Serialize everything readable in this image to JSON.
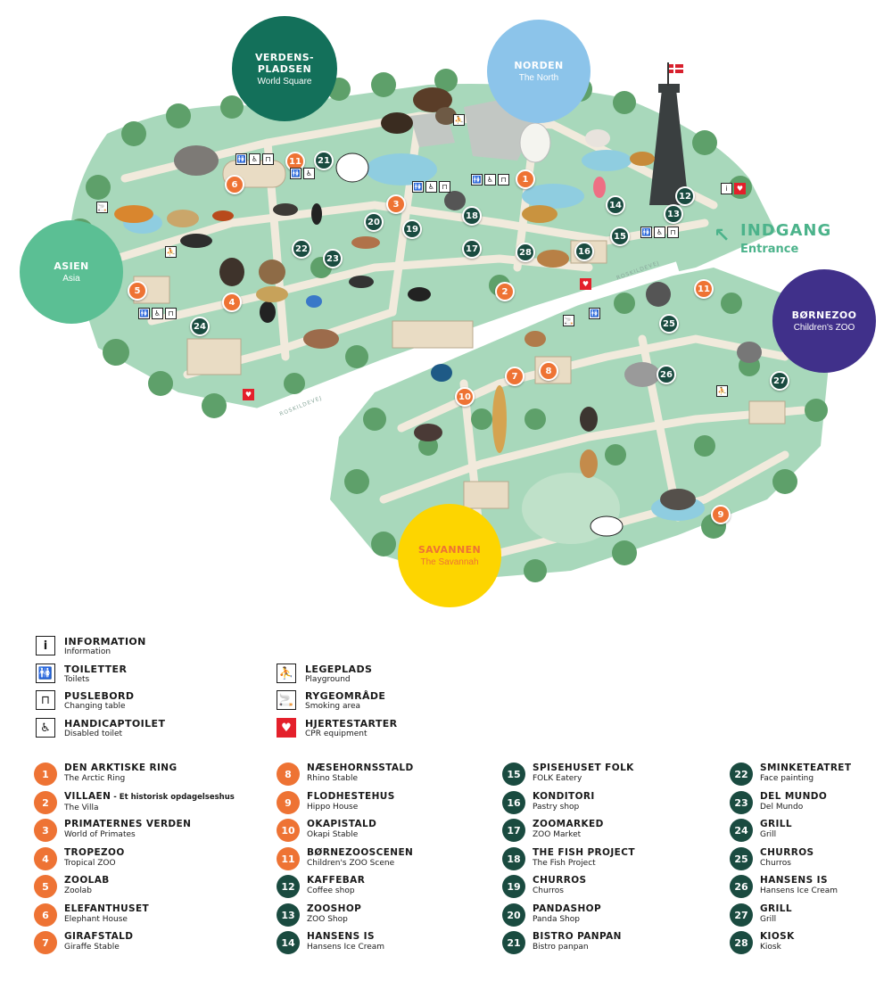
{
  "colors": {
    "orange": "#ee7334",
    "dark_green": "#1a4b40",
    "asia": "#5bbf94",
    "verdenspladsen": "#13705a",
    "norden": "#8cc4ea",
    "bornezoo": "#40308a",
    "savannen": "#fdd500",
    "savannen_text": "#ee7334",
    "entrance": "#4cb38b",
    "cpr_red": "#e4202b",
    "park_green": "#a8d8bb",
    "path": "#f1eadc",
    "tree": "#5ea06a"
  },
  "zones": {
    "verdens": {
      "title": "VERDENS-\nPLADSEN",
      "subtitle": "World Square"
    },
    "norden": {
      "title": "NORDEN",
      "subtitle": "The North"
    },
    "asien": {
      "title": "ASIEN",
      "subtitle": "Asia"
    },
    "bornezoo": {
      "title": "BØRNEZOO",
      "subtitle": "Children's ZOO"
    },
    "savannen": {
      "title": "SAVANNEN",
      "subtitle": "The Savannah"
    }
  },
  "entrance": {
    "title": "INDGANG",
    "subtitle": "Entrance",
    "icon": "arrow-up-left-icon"
  },
  "road_labels": {
    "a": "ROSKILDEVEJ",
    "b": "ROSKILDEVEJ"
  },
  "map_symbols": {
    "info": "i",
    "toilet": "🚻",
    "changing": "⊓",
    "disabled": "♿",
    "playground": "⛹",
    "smoking": "🚬",
    "cpr": "♥"
  },
  "legend": {
    "information": {
      "label": "INFORMATION",
      "sub": "Information",
      "icon": "info-icon",
      "glyph": "i"
    },
    "toiletter": {
      "label": "TOILETTER",
      "sub": "Toilets",
      "icon": "toilet-icon",
      "glyph": "🚻"
    },
    "puslebord": {
      "label": "PUSLEBORD",
      "sub": "Changing table",
      "icon": "changing-table-icon",
      "glyph": "⊓"
    },
    "handicaptoilet": {
      "label": "HANDICAPTOILET",
      "sub": "Disabled toilet",
      "icon": "wheelchair-icon",
      "glyph": "♿"
    },
    "legeplads": {
      "label": "LEGEPLADS",
      "sub": "Playground",
      "icon": "playground-icon",
      "glyph": "⛹"
    },
    "rygeomraade": {
      "label": "RYGEOMRÅDE",
      "sub": "Smoking area",
      "icon": "smoking-icon",
      "glyph": "🚬"
    },
    "hjertestarter": {
      "label": "HJERTESTARTER",
      "sub": "CPR equipment",
      "icon": "cpr-heart-icon",
      "glyph": "♥"
    }
  },
  "attractions": [
    {
      "n": "1",
      "name": "DEN ARKTISKE RING",
      "sub": "The Arctic Ring",
      "color": "orange"
    },
    {
      "n": "2",
      "name": "VILLAEN",
      "suffix": " - Et historisk opdagelseshus",
      "sub": "The Villa",
      "color": "orange"
    },
    {
      "n": "3",
      "name": "PRIMATERNES VERDEN",
      "sub": "World of Primates",
      "color": "orange"
    },
    {
      "n": "4",
      "name": "TROPEZOO",
      "sub": "Tropical ZOO",
      "color": "orange"
    },
    {
      "n": "5",
      "name": "ZOOLAB",
      "sub": "Zoolab",
      "color": "orange"
    },
    {
      "n": "6",
      "name": "ELEFANTHUSET",
      "sub": "Elephant House",
      "color": "orange"
    },
    {
      "n": "7",
      "name": "GIRAFSTALD",
      "sub": "Giraffe Stable",
      "color": "orange"
    },
    {
      "n": "8",
      "name": "NÆSEHORNSSTALD",
      "sub": "Rhino Stable",
      "color": "orange"
    },
    {
      "n": "9",
      "name": "FLODHESTEHUS",
      "sub": "Hippo House",
      "color": "orange"
    },
    {
      "n": "10",
      "name": "OKAPISTALD",
      "sub": "Okapi Stable",
      "color": "orange"
    },
    {
      "n": "11",
      "name": "BØRNEZOOSCENEN",
      "sub": "Children's ZOO Scene",
      "color": "orange"
    },
    {
      "n": "12",
      "name": "KAFFEBAR",
      "sub": "Coffee shop",
      "color": "dark"
    },
    {
      "n": "13",
      "name": "ZOOSHOP",
      "sub": "ZOO Shop",
      "color": "dark"
    },
    {
      "n": "14",
      "name": "HANSENS IS",
      "sub": "Hansens Ice Cream",
      "color": "dark"
    },
    {
      "n": "15",
      "name": "SPISEHUSET FOLK",
      "sub": "FOLK Eatery",
      "color": "dark"
    },
    {
      "n": "16",
      "name": "KONDITORI",
      "sub": "Pastry shop",
      "color": "dark"
    },
    {
      "n": "17",
      "name": "ZOOMARKED",
      "sub": "ZOO Market",
      "color": "dark"
    },
    {
      "n": "18",
      "name": "THE FISH PROJECT",
      "sub": "The Fish Project",
      "color": "dark"
    },
    {
      "n": "19",
      "name": "CHURROS",
      "sub": "Churros",
      "color": "dark"
    },
    {
      "n": "20",
      "name": "PANDASHOP",
      "sub": "Panda Shop",
      "color": "dark"
    },
    {
      "n": "21",
      "name": "BISTRO PANPAN",
      "sub": "Bistro panpan",
      "color": "dark"
    },
    {
      "n": "22",
      "name": "SMINKETEATRET",
      "sub": "Face painting",
      "color": "dark"
    },
    {
      "n": "23",
      "name": "DEL MUNDO",
      "sub": "Del Mundo",
      "color": "dark"
    },
    {
      "n": "24",
      "name": "GRILL",
      "sub": "Grill",
      "color": "dark"
    },
    {
      "n": "25",
      "name": "CHURROS",
      "sub": "Churros",
      "color": "dark"
    },
    {
      "n": "26",
      "name": "HANSENS IS",
      "sub": "Hansens Ice Cream",
      "color": "dark"
    },
    {
      "n": "27",
      "name": "GRILL",
      "sub": "Grill",
      "color": "dark"
    },
    {
      "n": "28",
      "name": "KIOSK",
      "sub": "Kiosk",
      "color": "dark"
    }
  ],
  "pins": [
    {
      "n": "1",
      "c": "o"
    },
    {
      "n": "2",
      "c": "o"
    },
    {
      "n": "3",
      "c": "o"
    },
    {
      "n": "4",
      "c": "o"
    },
    {
      "n": "5",
      "c": "o"
    },
    {
      "n": "6",
      "c": "o"
    },
    {
      "n": "7",
      "c": "o"
    },
    {
      "n": "8",
      "c": "o"
    },
    {
      "n": "9",
      "c": "o"
    },
    {
      "n": "10",
      "c": "o"
    },
    {
      "n": "11",
      "c": "o"
    },
    {
      "n": "11",
      "c": "o"
    },
    {
      "n": "12",
      "c": "d"
    },
    {
      "n": "13",
      "c": "d"
    },
    {
      "n": "14",
      "c": "d"
    },
    {
      "n": "15",
      "c": "d"
    },
    {
      "n": "16",
      "c": "d"
    },
    {
      "n": "17",
      "c": "d"
    },
    {
      "n": "18",
      "c": "d"
    },
    {
      "n": "19",
      "c": "d"
    },
    {
      "n": "20",
      "c": "d"
    },
    {
      "n": "21",
      "c": "d"
    },
    {
      "n": "22",
      "c": "d"
    },
    {
      "n": "23",
      "c": "d"
    },
    {
      "n": "24",
      "c": "d"
    },
    {
      "n": "25",
      "c": "d"
    },
    {
      "n": "26",
      "c": "d"
    },
    {
      "n": "27",
      "c": "d"
    },
    {
      "n": "28",
      "c": "d"
    }
  ]
}
